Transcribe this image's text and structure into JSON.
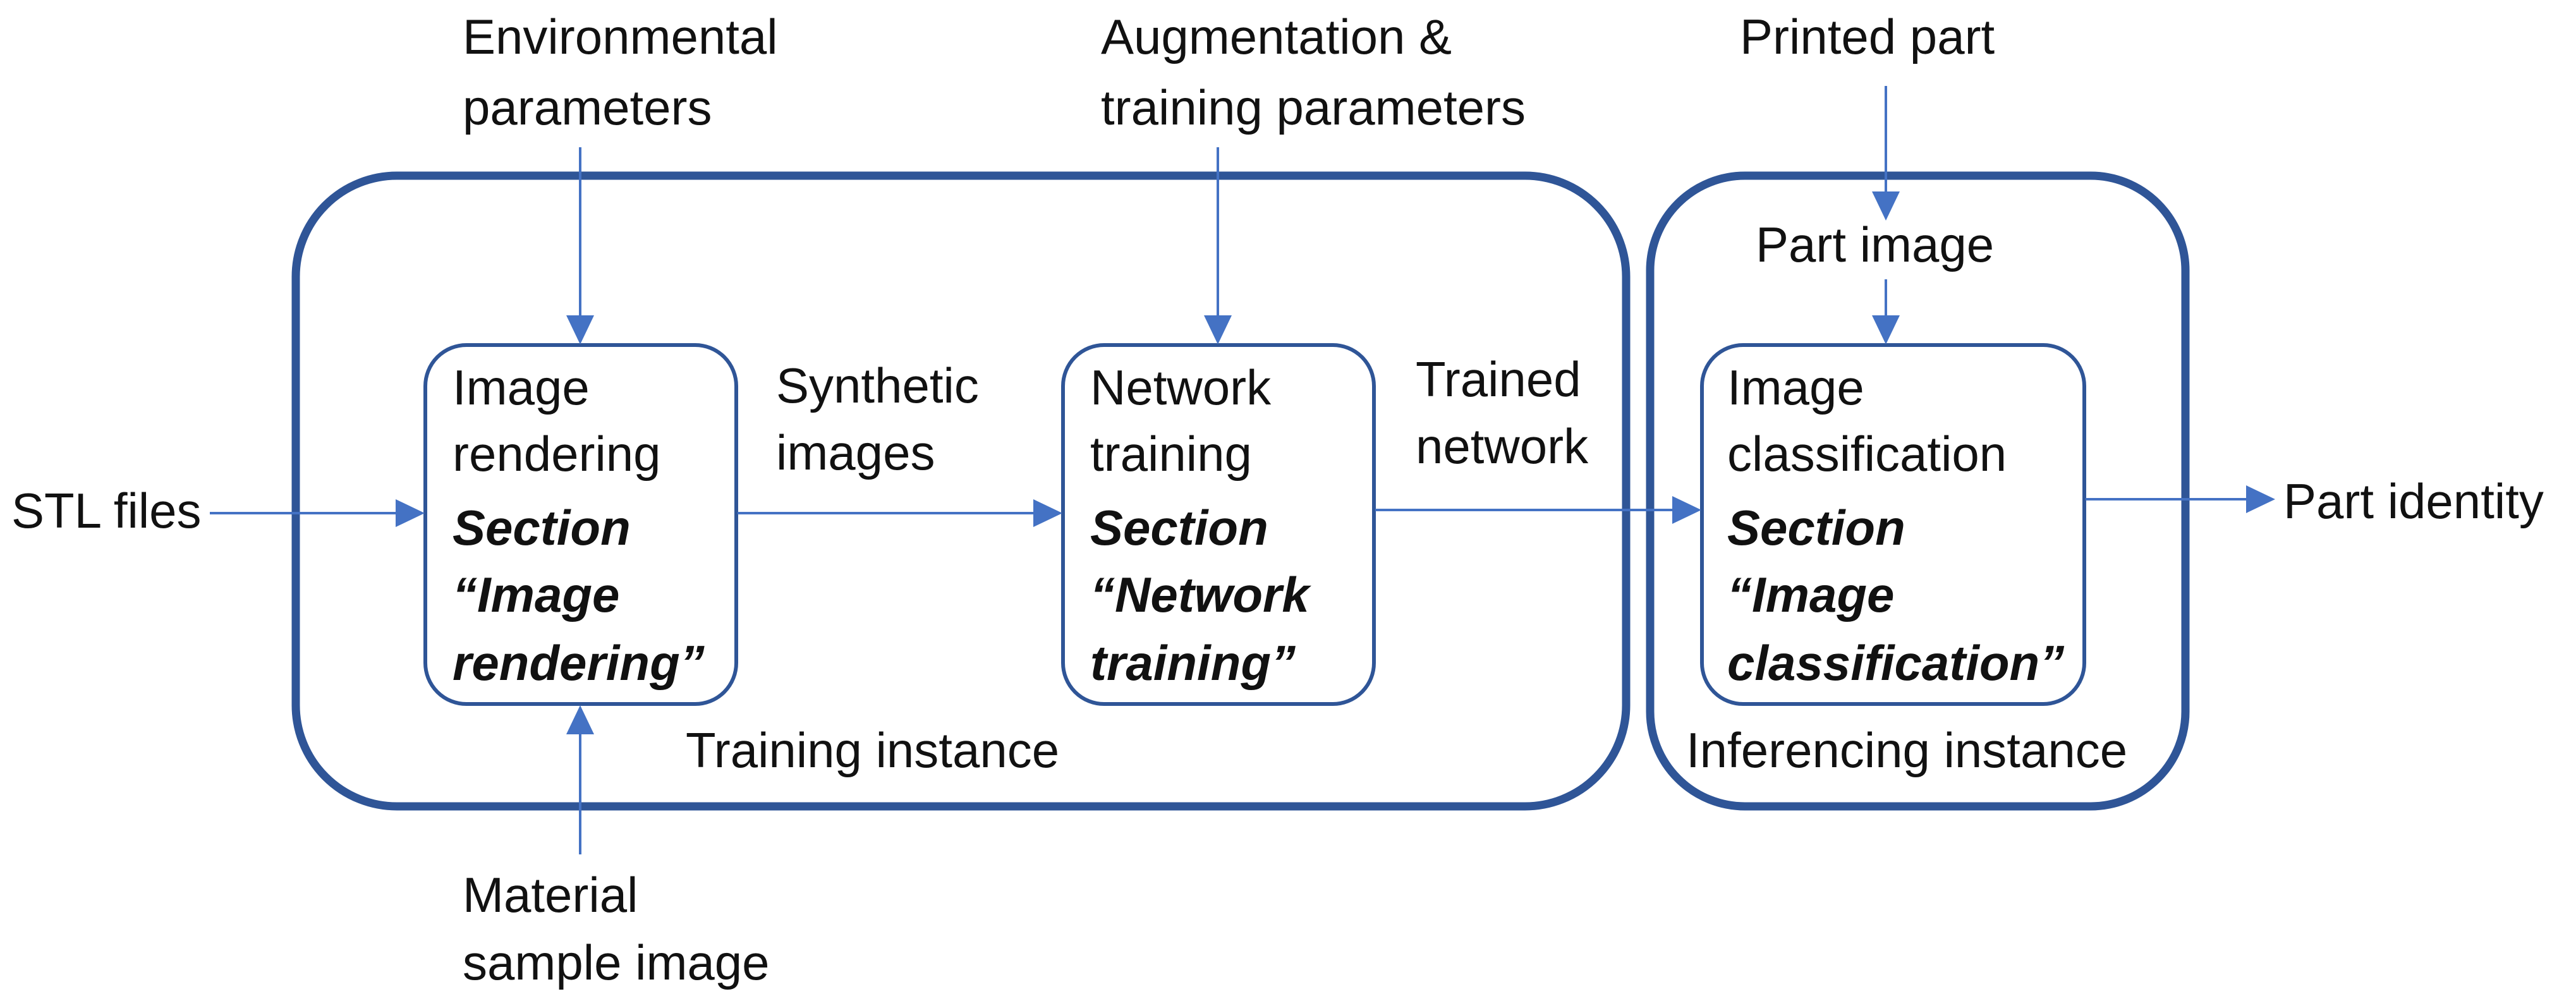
{
  "groups": {
    "training": {
      "label": "Training instance"
    },
    "inferencing": {
      "label": "Inferencing instance"
    }
  },
  "boxes": {
    "rendering": {
      "lines": [
        "Image",
        "rendering"
      ],
      "section_lines": [
        "Section",
        "“Image",
        "rendering”"
      ]
    },
    "network": {
      "lines": [
        "Network",
        "training"
      ],
      "section_lines": [
        "Section",
        "“Network",
        "training”"
      ]
    },
    "classification": {
      "lines": [
        "Image",
        "classification"
      ],
      "section_lines": [
        "Section",
        "“Image",
        "classification”"
      ]
    }
  },
  "inputs": {
    "stl_files": "STL files",
    "environmental": [
      "Environmental",
      "parameters"
    ],
    "material": [
      "Material",
      "sample image"
    ],
    "augmentation": [
      "Augmentation &",
      "training parameters"
    ],
    "printed_part": "Printed part"
  },
  "intermediates": {
    "synthetic_images": [
      "Synthetic",
      "images"
    ],
    "trained_network": [
      "Trained",
      "network"
    ],
    "part_image": "Part image"
  },
  "outputs": {
    "part_identity": "Part identity"
  },
  "colors": {
    "box_stroke": "#2f5597",
    "arrow": "#4472c4",
    "text": "#111111"
  }
}
